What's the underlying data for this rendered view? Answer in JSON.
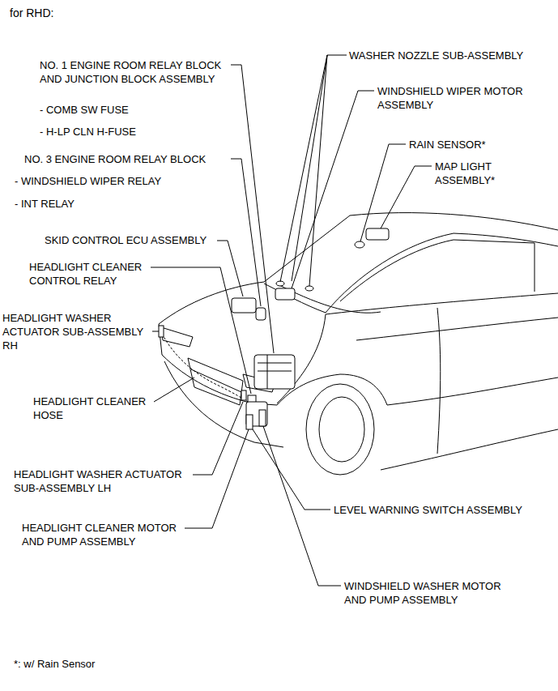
{
  "diagram": {
    "title": "for RHD:",
    "labels": [
      "NO. 1 ENGINE ROOM RELAY BLOCK AND JUNCTION BLOCK ASSEMBLY",
      "- COMB SW FUSE",
      "- H-LP CLN H-FUSE",
      "NO. 3 ENGINE ROOM RELAY BLOCK",
      "- WINDSHIELD WIPER RELAY",
      "- INT RELAY",
      "SKID CONTROL ECU ASSEMBLY",
      "HEADLIGHT CLEANER CONTROL RELAY",
      "HEADLIGHT WASHER ACTUATOR SUB-ASSEMBLY RH",
      "HEADLIGHT CLEANER HOSE",
      "HEADLIGHT WASHER ACTUATOR SUB-ASSEMBLY LH",
      "HEADLIGHT CLEANER MOTOR AND PUMP ASSEMBLY",
      "WASHER NOZZLE SUB-ASSEMBLY",
      "WINDSHIELD WIPER MOTOR ASSEMBLY",
      "RAIN SENSOR*",
      "MAP LIGHT ASSEMBLY*",
      "LEVEL WARNING SWITCH ASSEMBLY",
      "WINDSHIELD WASHER MOTOR AND PUMP ASSEMBLY",
      "*: w/ Rain Sensor"
    ]
  }
}
